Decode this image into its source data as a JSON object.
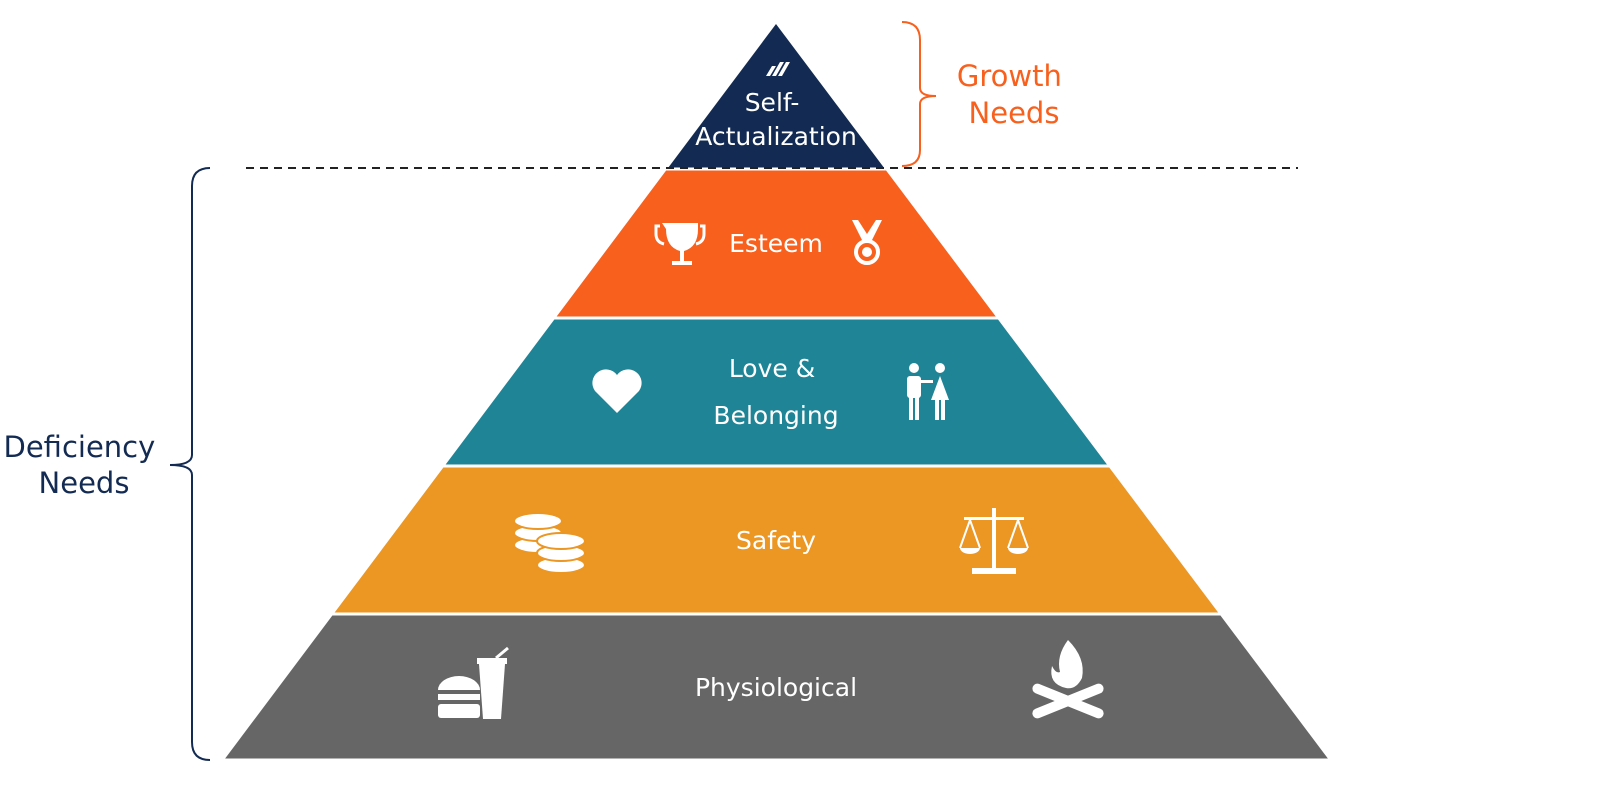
{
  "title": "Maslow's Hierarchy of Needs",
  "layers": [
    {
      "id": "self-actualization",
      "label_lines": [
        "Self-",
        "Actualization"
      ],
      "color": "#132B52",
      "icons": [
        "growth-bars-icon"
      ]
    },
    {
      "id": "esteem",
      "label_lines": [
        "Esteem"
      ],
      "color": "#F8601D",
      "icons": [
        "trophy-icon",
        "medal-icon"
      ]
    },
    {
      "id": "love-belonging",
      "label_lines": [
        "Love &",
        "Belonging"
      ],
      "color": "#1F8496",
      "icons": [
        "heart-icon",
        "couple-icon"
      ]
    },
    {
      "id": "safety",
      "label_lines": [
        "Safety"
      ],
      "color": "#EC9623",
      "icons": [
        "coins-icon",
        "scales-icon"
      ]
    },
    {
      "id": "physiological",
      "label_lines": [
        "Physiological"
      ],
      "color": "#666666",
      "icons": [
        "food-drink-icon",
        "campfire-icon"
      ]
    }
  ],
  "growth_needs": {
    "lines": [
      "Growth",
      "Needs"
    ],
    "color": "#F8601D"
  },
  "deficiency_needs": {
    "lines": [
      "Deficiency",
      "Needs"
    ],
    "color": "#132B52"
  }
}
